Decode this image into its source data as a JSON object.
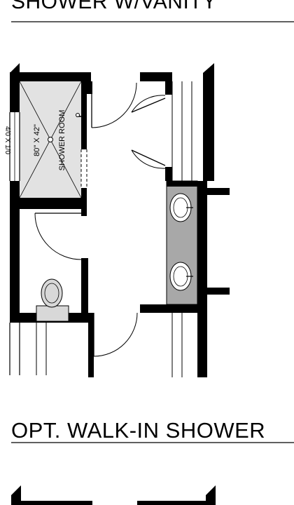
{
  "plans": [
    {
      "title": "SHOWER W/VANITY",
      "window_dimension": "4/0 X 1/0",
      "room_label": "SHOWER ROOM",
      "room_size": "80\" X 42\""
    },
    {
      "title": "OPT. WALK-IN SHOWER"
    }
  ],
  "colors": {
    "wall": "#000000",
    "shower_floor": "#e2e2e2",
    "vanity_counter": "#a8a8a8",
    "fixture": "#d8d8d8"
  }
}
